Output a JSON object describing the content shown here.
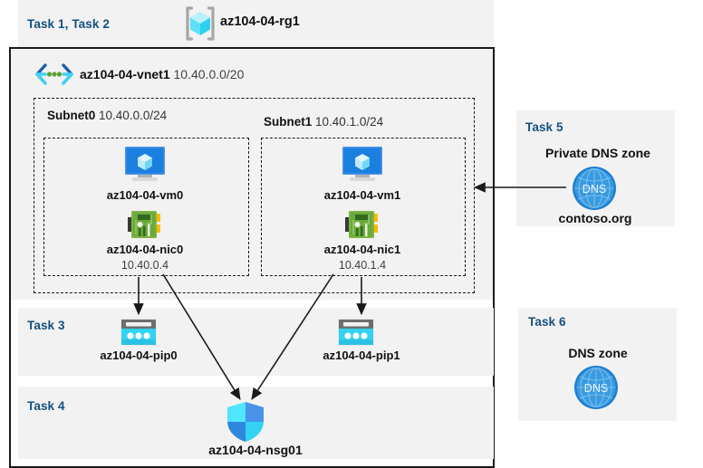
{
  "resource_group": {
    "task_label": "Task 1, Task 2",
    "name": "az104-04-rg1",
    "icon": "resource-group-cube-icon"
  },
  "vnet": {
    "name": "az104-04-vnet1",
    "cidr": "10.40.0.0/20",
    "icon": "virtual-network-icon"
  },
  "subnets": [
    {
      "name": "Subnet0",
      "cidr": "10.40.0.0/24",
      "vm": {
        "name": "az104-04-vm0",
        "icon": "virtual-machine-icon"
      },
      "nic": {
        "name": "az104-04-nic0",
        "ip": "10.40.0.4",
        "icon": "network-interface-icon"
      }
    },
    {
      "name": "Subnet1",
      "cidr": "10.40.1.0/24",
      "vm": {
        "name": "az104-04-vm1",
        "icon": "virtual-machine-icon"
      },
      "nic": {
        "name": "az104-04-nic1",
        "ip": "10.40.1.4",
        "icon": "network-interface-icon"
      }
    }
  ],
  "task3": {
    "label": "Task 3",
    "public_ips": [
      {
        "name": "az104-04-pip0",
        "icon": "public-ip-address-icon"
      },
      {
        "name": "az104-04-pip1",
        "icon": "public-ip-address-icon"
      }
    ]
  },
  "task4": {
    "label": "Task 4",
    "nsg": {
      "name": "az104-04-nsg01",
      "icon": "network-security-group-shield-icon"
    }
  },
  "task5": {
    "label": "Task 5",
    "heading": "Private DNS zone",
    "zone_name": "contoso.org",
    "icon": "dns-globe-icon"
  },
  "task6": {
    "label": "Task 6",
    "heading": "DNS zone",
    "icon": "dns-globe-icon"
  },
  "colors": {
    "task_label": "#13507e",
    "panel_gray": "#f2f2f2",
    "border": "#1a1a1a",
    "azure_blue": "#0078d4",
    "cyan": "#32d2f2",
    "nic_green": "#6aa93c",
    "dns_blue": "#2d8cd8"
  }
}
